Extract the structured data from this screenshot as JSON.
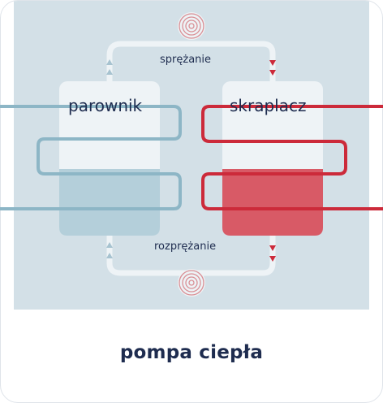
{
  "diagram": {
    "evaporator_label": "parownik",
    "condenser_label": "skraplacz",
    "compression_label": "sprężanie",
    "expansion_label": "rozprężanie"
  },
  "title": "pompa ciepła",
  "colors": {
    "panel": "#d3e0e7",
    "cold_pipe": "#8db6c6",
    "hot_pipe": "#cc2a3a",
    "hot_fill": "#d85a66",
    "cold_fill": "#b4cfda",
    "text": "#1e2c4f"
  }
}
